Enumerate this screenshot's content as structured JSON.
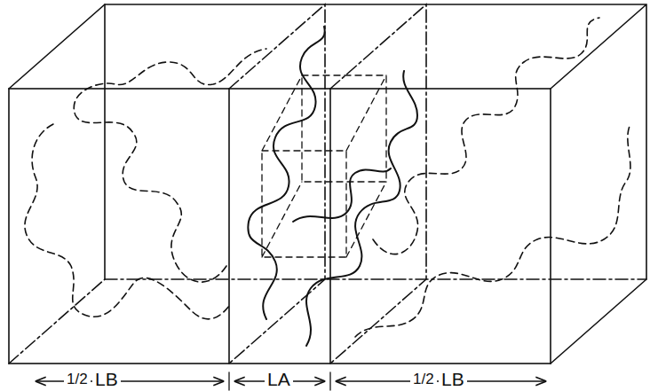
{
  "diagram": {
    "labels": [
      "1/2",
      "LB",
      "LA",
      "1/2",
      "LB"
    ]
  }
}
